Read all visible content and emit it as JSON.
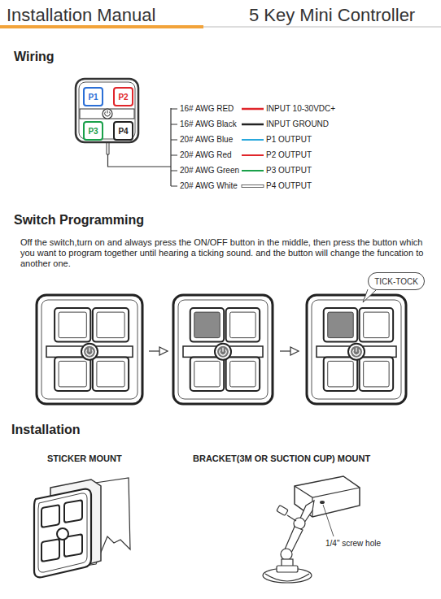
{
  "diagram": {
    "title": "Installation Manual",
    "nodes": [
      {
        "text": [
          "P1"
        ]
      },
      {
        "text": [
          "P2"
        ]
      },
      {
        "text": [
          "P3"
        ]
      },
      {
        "text": [
          "P4"
        ]
      },
      {
        "text": [
          "TICK-TOCK"
        ]
      }
    ],
    "edges": [],
    "labels": [
      "5 Key Mini Controller",
      "Wiring",
      "16# AWG RED",
      "INPUT 10-30VDC+",
      "16# AWG Black",
      "INPUT  GROUND",
      "20# AWG Blue",
      "P1 OUTPUT",
      "20# AWG Red",
      "P2 OUTPUT",
      "20# AWG Green",
      "P3 OUTPUT",
      "20# AWG White",
      "P4 OUTPUT",
      "Switch Programming",
      "Off the switch,turn on and always press the ON/OFF button in the middle, then press the button which you want to program together until hearing a ticking sound. and the button will change the funcation to another one.",
      "Installation",
      "STICKER MOUNT",
      "BRACKET(3M OR SUCTION CUP) MOUNT",
      "1/4\" screw hole"
    ]
  }
}
